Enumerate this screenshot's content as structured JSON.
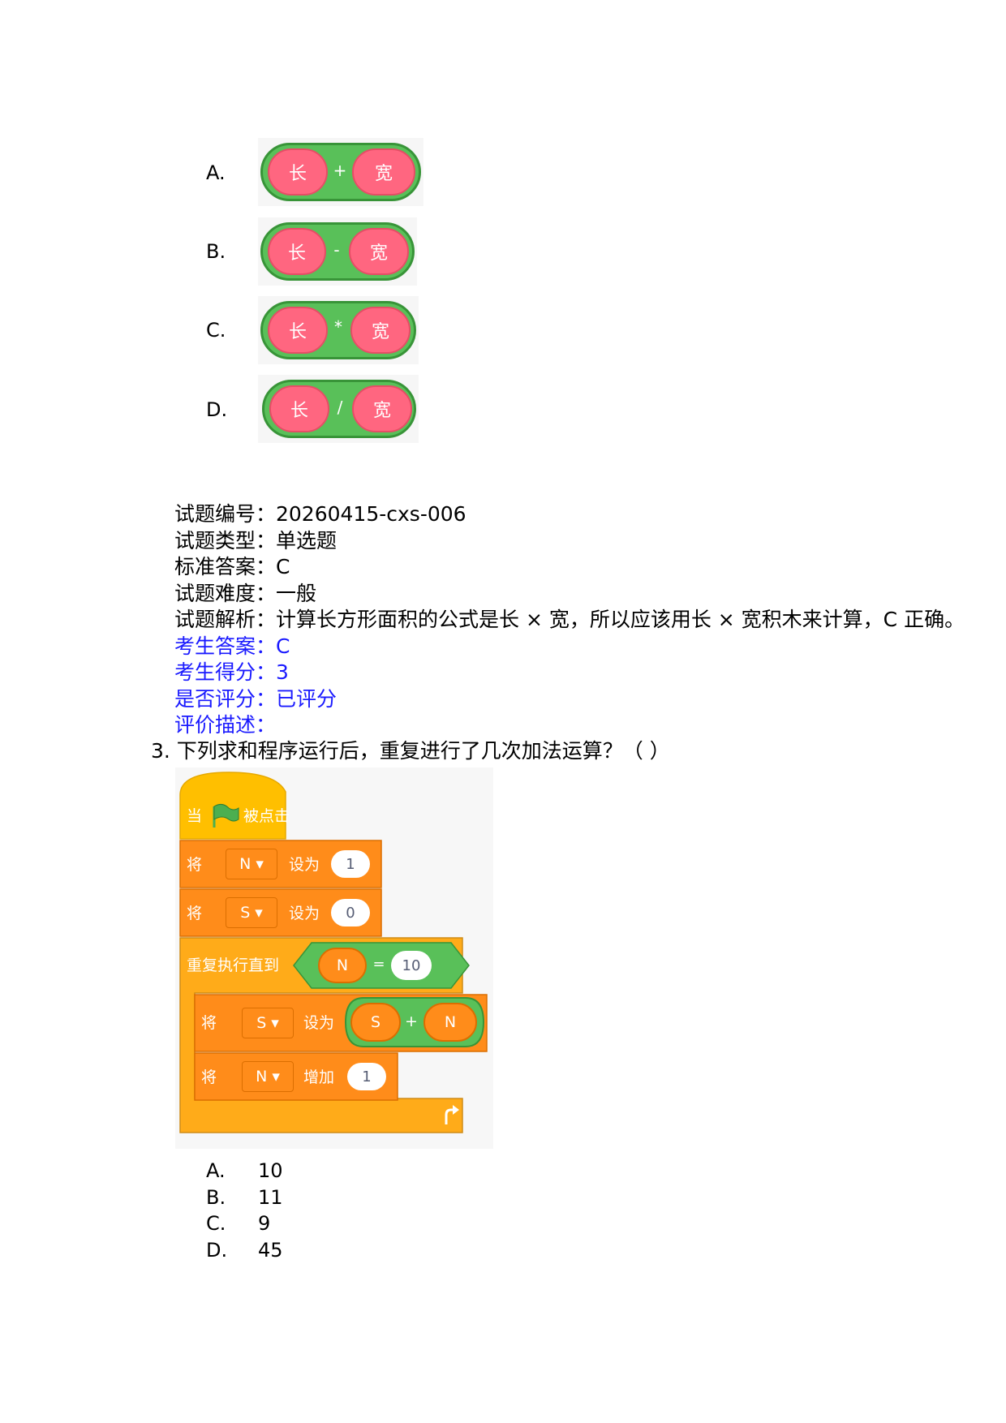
{
  "prev_question": {
    "options": [
      {
        "letter": "A.",
        "left": "长",
        "op": "+",
        "right": "宽"
      },
      {
        "letter": "B.",
        "left": "长",
        "op": "-",
        "right": "宽"
      },
      {
        "letter": "C.",
        "left": "长",
        "op": "*",
        "right": "宽"
      },
      {
        "letter": "D.",
        "left": "长",
        "op": "/",
        "right": "宽"
      }
    ]
  },
  "meta": {
    "id": "试题编号：20260415-cxs-006",
    "type": "试题类型：单选题",
    "std_answer": "标准答案：C",
    "difficulty": "试题难度：一般",
    "analysis": "试题解析：计算长方形面积的公式是长 × 宽，所以应该用长 × 宽积木来计算，C 正确。",
    "student_answer": "考生答案：C",
    "score": "考生得分：3",
    "graded": "是否评分：已评分",
    "comment": "评价描述："
  },
  "question3": {
    "stem": "3. 下列求和程序运行后，重复进行了几次加法运算？（  ）",
    "blocks": {
      "hat_when": "当",
      "hat_clicked": "被点击",
      "set1_kw": "将",
      "set1_var": "N",
      "set1_to": "设为",
      "set1_val": "1",
      "set2_kw": "将",
      "set2_var": "S",
      "set2_to": "设为",
      "set2_val": "0",
      "repeat_label": "重复执行直到",
      "cond_left": "N",
      "cond_op": "=",
      "cond_right": "10",
      "inner1_kw": "将",
      "inner1_var": "S",
      "inner1_to": "设为",
      "inner1_a": "S",
      "inner1_op": "+",
      "inner1_b": "N",
      "inner2_kw": "将",
      "inner2_var": "N",
      "inner2_by": "增加",
      "inner2_val": "1"
    },
    "answers": [
      {
        "letter": "A.",
        "value": "10"
      },
      {
        "letter": "B.",
        "value": "11"
      },
      {
        "letter": "C.",
        "value": "9"
      },
      {
        "letter": "D.",
        "value": "45"
      }
    ]
  },
  "colors": {
    "motion_green": "#59c059",
    "reporter_red": "#ff6680",
    "control_yellow": "#ffab19",
    "variable_orange": "#ff8c1a",
    "blue_text": "#1a1aff"
  }
}
